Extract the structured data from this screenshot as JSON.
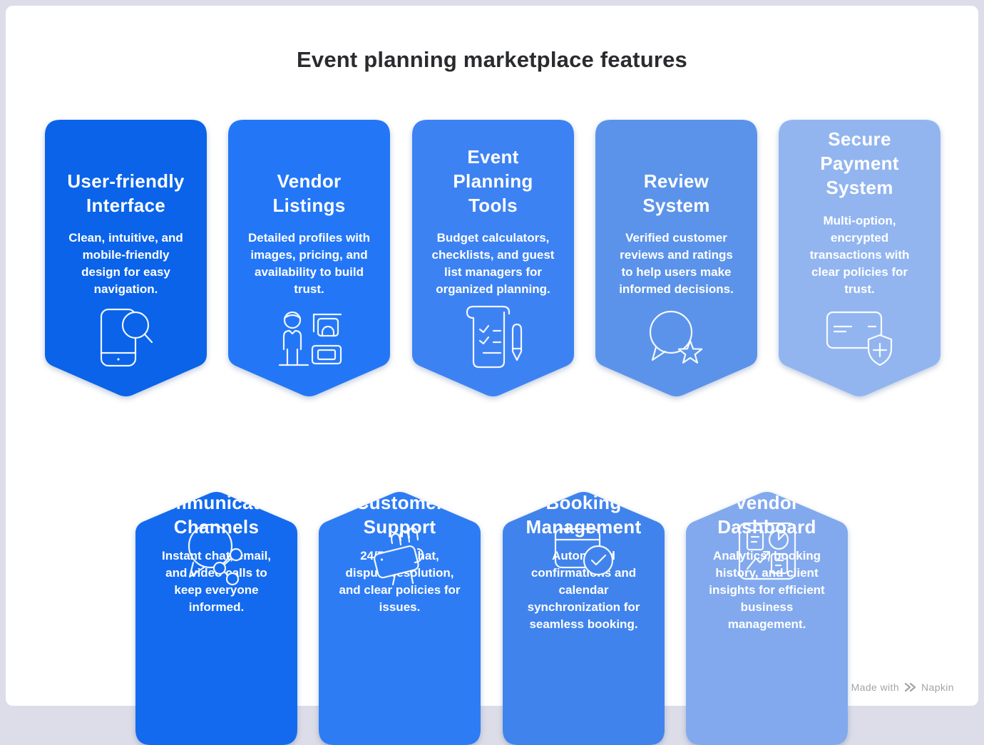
{
  "page": {
    "title": "Event planning marketplace features",
    "canvas_color": "#ffffff",
    "frame_color": "#dcdde8",
    "title_color": "#2a2b2e"
  },
  "cards_top": [
    {
      "id": "user-friendly-interface",
      "title": "User-friendly\nInterface",
      "description": "Clean, intuitive, and\nmobile-friendly\ndesign for easy\nnavigation.",
      "icon": "phone-search-icon",
      "color": "#0a63e9"
    },
    {
      "id": "vendor-listings",
      "title": "Vendor\nListings",
      "description": "Detailed profiles with\nimages, pricing, and\navailability to build\ntrust.",
      "icon": "vendor-booth-icon",
      "color": "#2377f7"
    },
    {
      "id": "event-planning-tools",
      "title": "Event\nPlanning\nTools",
      "description": "Budget calculators,\nchecklists, and guest\nlist managers for\norganized planning.",
      "icon": "checklist-pen-icon",
      "color": "#3d82f3"
    },
    {
      "id": "review-system",
      "title": "Review\nSystem",
      "description": "Verified customer\nreviews and ratings\nto help users make\ninformed decisions.",
      "icon": "review-star-bubble-icon",
      "color": "#5b93ea"
    },
    {
      "id": "secure-payment-system",
      "title": "Secure\nPayment\nSystem",
      "description": "Multi-option,\nencrypted\ntransactions with\nclear policies for\ntrust.",
      "icon": "card-shield-icon",
      "color": "#92b5f0"
    }
  ],
  "cards_bottom": [
    {
      "id": "communication-channels",
      "title": "Communication\nChannels",
      "description": "Instant chat, email,\nand video calls to\nkeep everyone\ninformed.",
      "icon": "chat-share-icon",
      "color": "#136aee"
    },
    {
      "id": "customer-support",
      "title": "Customer\nSupport",
      "description": "24/7 live chat,\ndispute resolution,\nand clear policies for\nissues.",
      "icon": "hand-phone-icon",
      "color": "#2e7cf4"
    },
    {
      "id": "booking-management",
      "title": "Booking\nManagement",
      "description": "Automated\nconfirmations and\ncalendar\nsynchronization for\nseamless booking.",
      "icon": "calendar-check-icon",
      "color": "#4183ec"
    },
    {
      "id": "vendor-dashboard",
      "title": "Vendor\nDashboard",
      "description": "Analytics, booking\nhistory, and client\ninsights for efficient\nbusiness\nmanagement.",
      "icon": "dashboard-icon",
      "color": "#82a9ed"
    }
  ],
  "watermark": {
    "prefix": "Made with",
    "brand": "Napkin",
    "color": "#a3a3ab"
  }
}
